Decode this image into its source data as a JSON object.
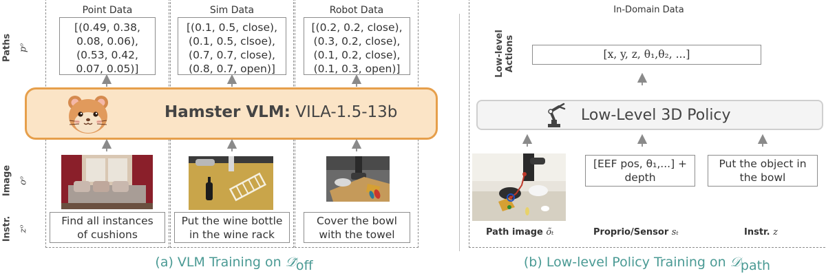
{
  "left": {
    "rows": {
      "paths_label": "Paths",
      "paths_symbol": "pᵒ",
      "image_label": "Image",
      "image_symbol": "oᵒ",
      "instr_label": "Instr.",
      "instr_symbol": "zᵒ"
    },
    "columns": [
      {
        "title": "Point Data",
        "data_lines": [
          "[(0.49, 0.38,",
          "0.08, 0.06),",
          "(0.53, 0.42,",
          "0.07, 0.05)]"
        ],
        "instruction": [
          "Find all instances",
          "of cushions"
        ]
      },
      {
        "title": "Sim Data",
        "data_lines": [
          "[(0.1, 0.5, close),",
          "(0.1, 0.5, clsoe),",
          "(0.7, 0.7, close),",
          "(0.8, 0.7, open)]"
        ],
        "instruction": [
          "Put the wine bottle",
          "in the wine rack"
        ]
      },
      {
        "title": "Robot Data",
        "data_lines": [
          "[(0.2, 0.2, close),",
          "(0.3, 0.2, close),",
          "(0.1, 0.2, close),",
          "(0.1, 0.3, open)]"
        ],
        "instruction": [
          "Cover the bowl",
          "with the towel"
        ]
      }
    ],
    "vlm": {
      "name": "Hamster VLM:",
      "model": "VILA-1.5-13b",
      "icon": "hamster-icon"
    },
    "caption_prefix": "(a) VLM Training on ",
    "caption_symbol": "𝒟̃",
    "caption_sub": "off"
  },
  "right": {
    "title": "In-Domain Data",
    "actions_label": [
      "Low-level",
      "Actions"
    ],
    "actions_text": "[x, y, z, θ₁,θ₂, ...]",
    "policy": {
      "label": "Low-Level 3D Policy",
      "icon": "robot-arm-icon"
    },
    "inputs": {
      "proprio_text": [
        "[EEF pos, θ₁,...] +",
        "depth"
      ],
      "instr_text": [
        "Put the object in",
        "the bowl"
      ]
    },
    "labels": {
      "path_image": "Path image",
      "path_image_symbol": "õₜ",
      "proprio": "Proprio/Sensor",
      "proprio_symbol": "sₜ",
      "instr": "Instr.",
      "instr_symbol": "z"
    },
    "caption_prefix": "(b) Low-level Policy Training on ",
    "caption_symbol": "𝒟",
    "caption_sub": "path"
  },
  "colors": {
    "vlm_fill": "#fbe4c6",
    "vlm_border": "#e69f4b",
    "caption": "#4a9a94",
    "policy_fill": "#f4f4f4"
  }
}
